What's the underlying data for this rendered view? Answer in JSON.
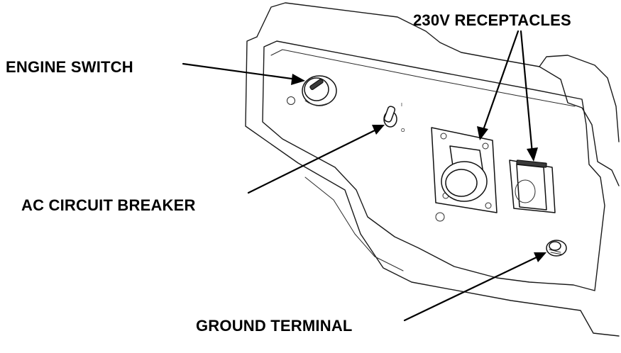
{
  "labels": {
    "engine_switch": "ENGINE SWITCH",
    "receptacles": "230V RECEPTACLES",
    "circuit_breaker": "AC CIRCUIT BREAKER",
    "ground_terminal": "GROUND TERMINAL"
  },
  "breaker_marks": {
    "top": "I",
    "bottom": "O"
  }
}
